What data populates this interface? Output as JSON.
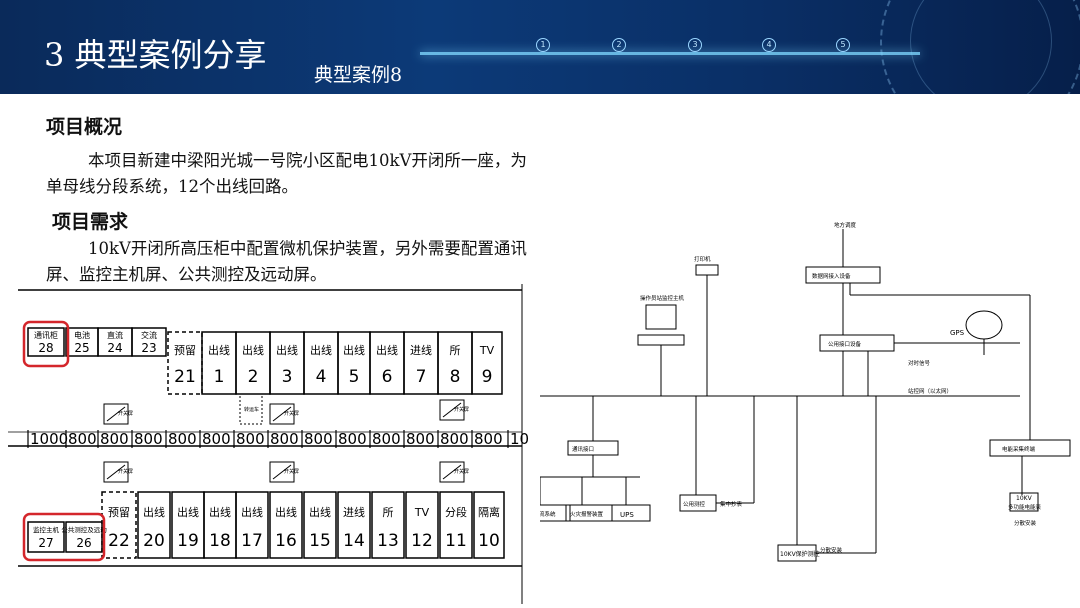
{
  "header": {
    "title": "3 典型案例分享",
    "subtitle": "典型案例8",
    "marker_numbers": [
      "1",
      "2",
      "3",
      "4",
      "5"
    ]
  },
  "overview": {
    "heading": "项目概况",
    "line1": "本项目新建中梁阳光城一号院小区配电10kV开闭所一座，为",
    "line2": "单母线分段系统，12个出线回路。"
  },
  "requirements": {
    "heading": "项目需求",
    "line1": "10kV开闭所高压柜中配置微机保护装置，另外需要配置通讯",
    "line2": "屏、监控主机屏、公共测控及远动屏。"
  },
  "layout": {
    "top_row": [
      {
        "name": "通讯柜",
        "num": "28"
      },
      {
        "name": "电池",
        "num": "25"
      },
      {
        "name": "直流",
        "num": "24"
      },
      {
        "name": "交流",
        "num": "23"
      },
      {
        "name": "预留",
        "num": "21"
      },
      {
        "name": "出线",
        "num": "1"
      },
      {
        "name": "出线",
        "num": "2"
      },
      {
        "name": "出线",
        "num": "3"
      },
      {
        "name": "出线",
        "num": "4"
      },
      {
        "name": "出线",
        "num": "5"
      },
      {
        "name": "出线",
        "num": "6"
      },
      {
        "name": "进线",
        "num": "7"
      },
      {
        "name": "所",
        "num": "8"
      },
      {
        "name": "TV",
        "num": "9"
      }
    ],
    "dims": [
      "1000",
      "800",
      "800",
      "800",
      "800",
      "800",
      "800",
      "800",
      "800",
      "800",
      "800",
      "800",
      "800",
      "800",
      "10"
    ],
    "bottom_row": [
      {
        "name": "监控主机",
        "num": "27"
      },
      {
        "name": "公共测控及远动",
        "num": "26"
      },
      {
        "name": "预留",
        "num": "22"
      },
      {
        "name": "出线",
        "num": "20"
      },
      {
        "name": "出线",
        "num": "19"
      },
      {
        "name": "出线",
        "num": "18"
      },
      {
        "name": "出线",
        "num": "17"
      },
      {
        "name": "出线",
        "num": "16"
      },
      {
        "name": "出线",
        "num": "15"
      },
      {
        "name": "进线",
        "num": "14"
      },
      {
        "name": "所",
        "num": "13"
      },
      {
        "name": "TV",
        "num": "12"
      },
      {
        "name": "分段",
        "num": "11"
      },
      {
        "name": "隔离",
        "num": "10"
      }
    ],
    "breaker_label": "开关",
    "cart_label": "转运车",
    "panel_label": "开关屏"
  },
  "network": {
    "dispatch": "地方调度",
    "data_access": "数据网接入设备",
    "printer": "打印机",
    "host": "操作员站监控主机",
    "gateway": "公用接口设备",
    "gps": "GPS",
    "timing": "对时信号",
    "station_net": "站控网（以太网）",
    "comm_interface": "通讯接口",
    "ac_dc": "交直流系统",
    "fire_alarm": "火灾报警装置",
    "ups": "UPS",
    "public_meas": "公用测控",
    "central_meter": "集中抄表",
    "energy_terminal": "电能采集终端",
    "protection": "10KV保护测控",
    "dispersed": "分散安装",
    "meter_10kv": "10KV",
    "multi_meter": "多功能电能表",
    "dispersed2": "分散安装"
  }
}
